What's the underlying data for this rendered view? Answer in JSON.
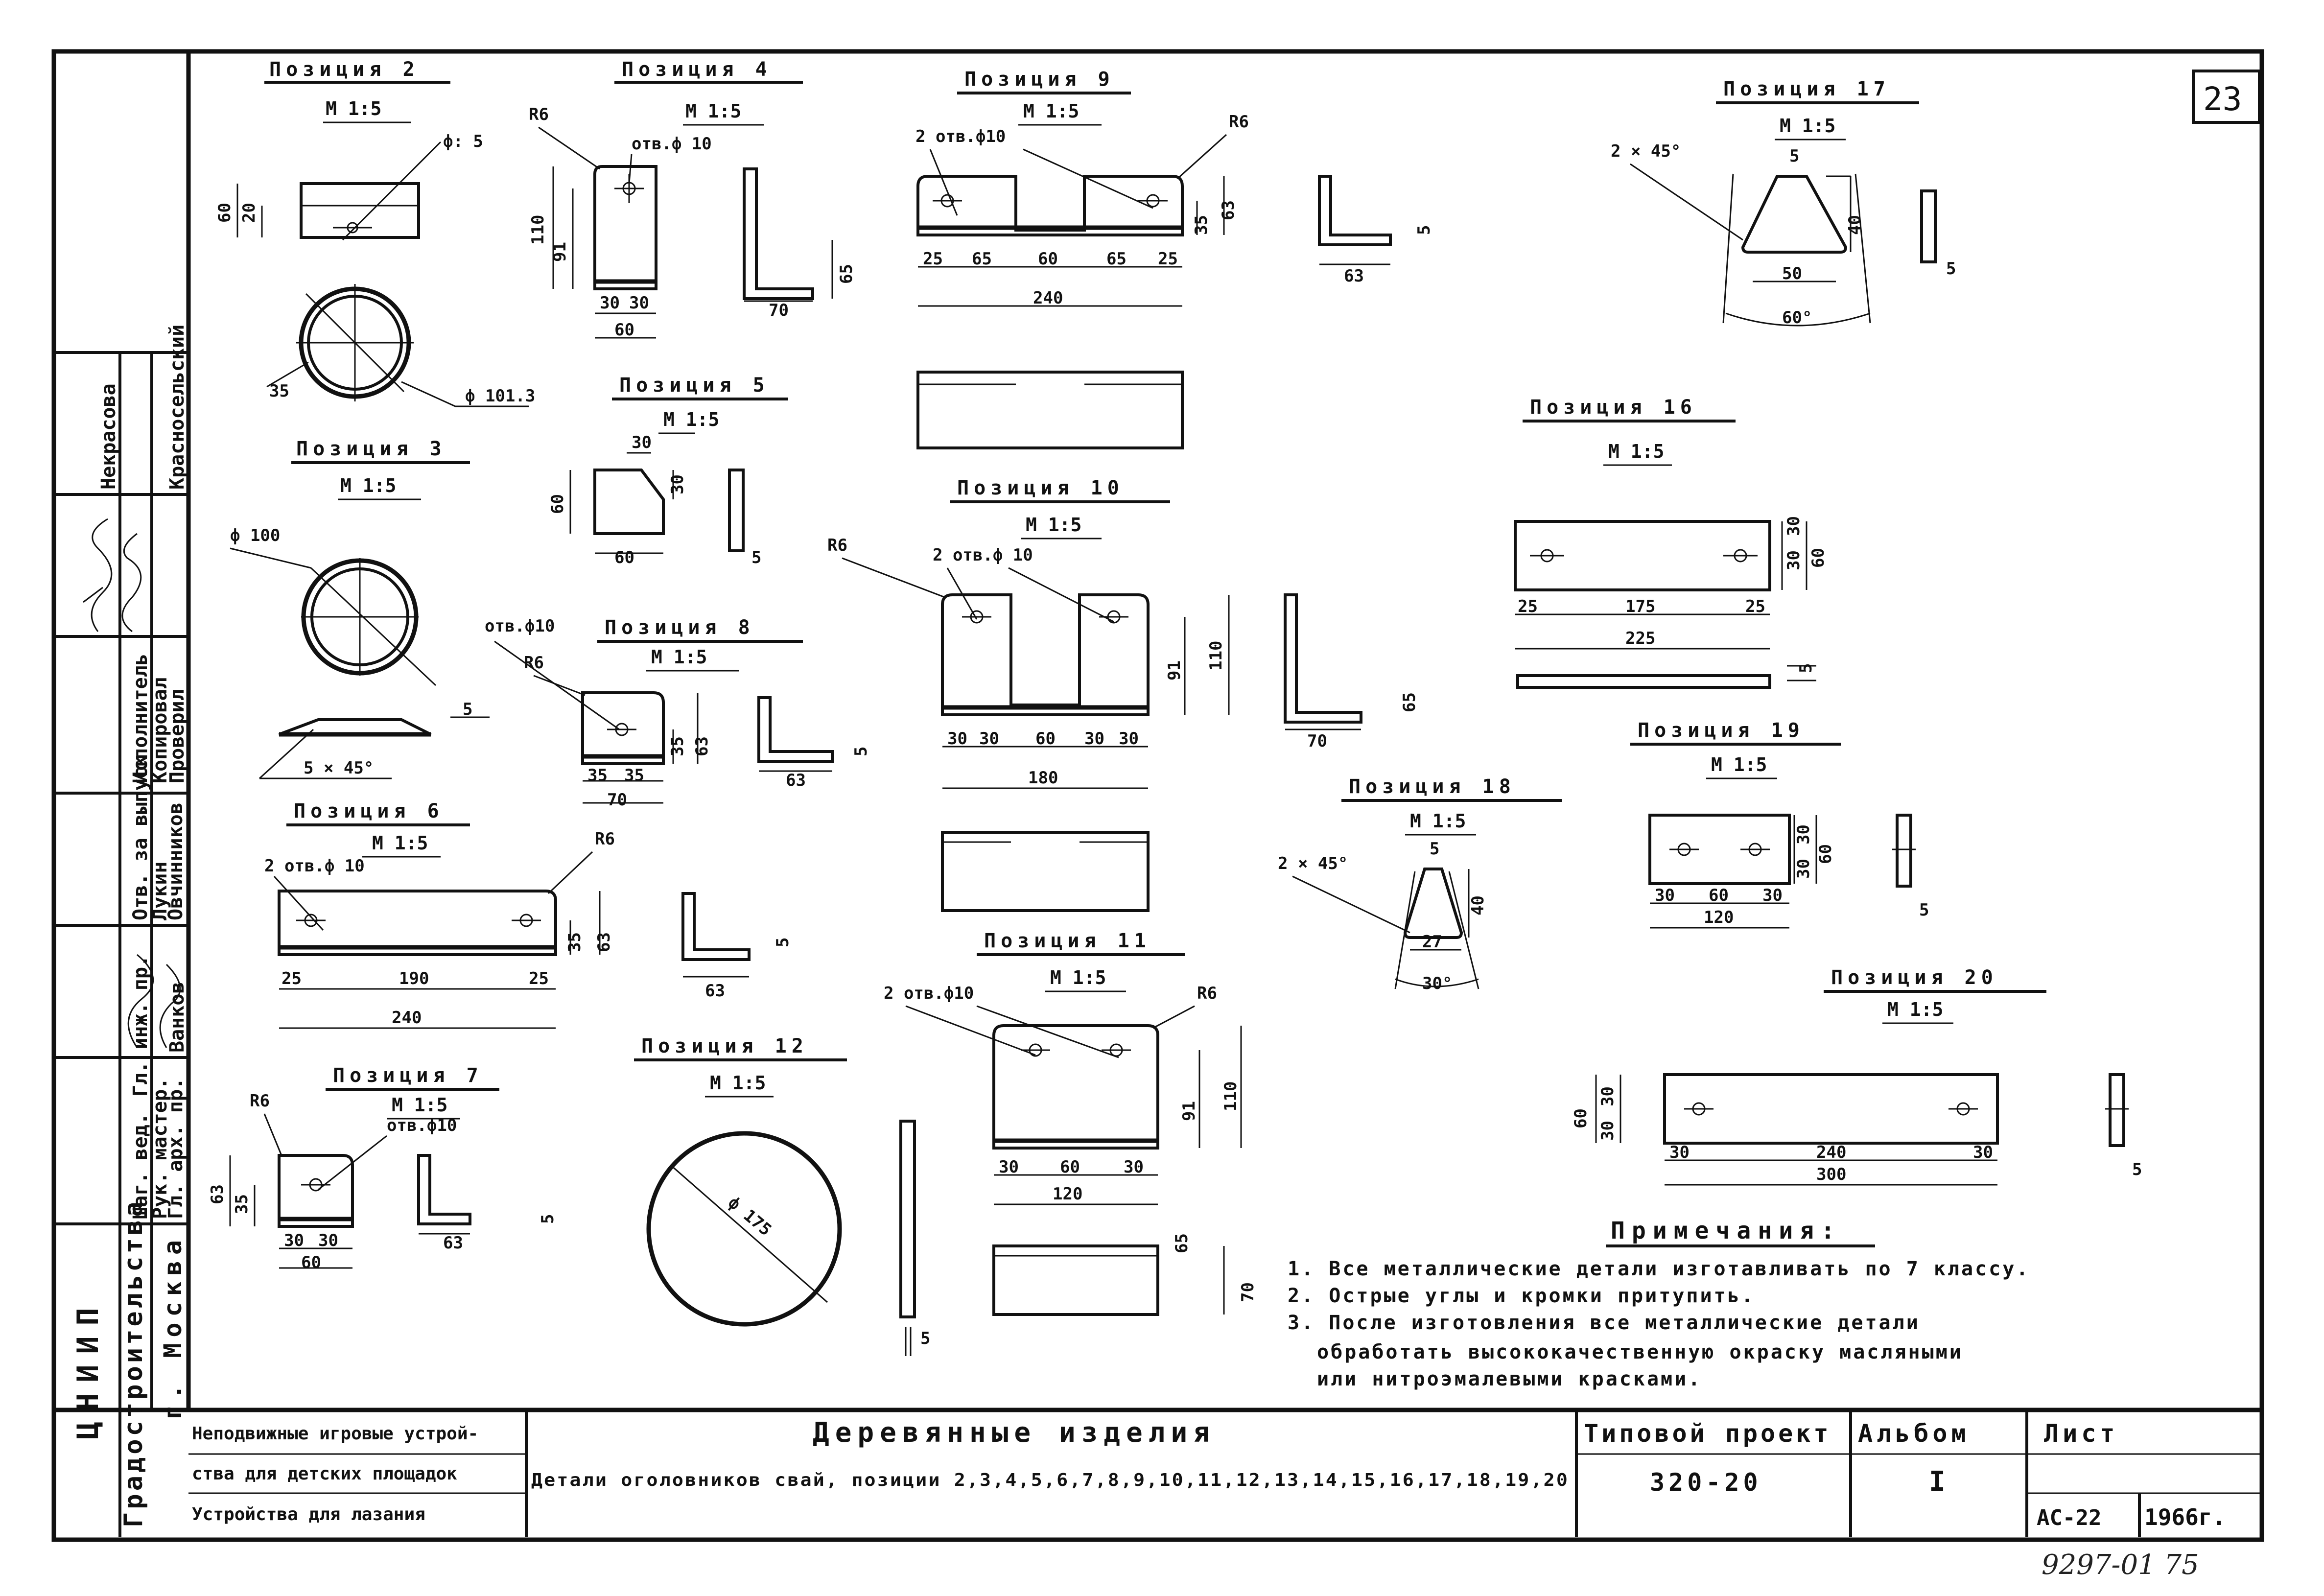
{
  "sheet_number": "23",
  "footer_handwritten": "9297-01  75",
  "positions": {
    "p2": {
      "title": "Позиция 2",
      "scale": "М 1:5",
      "dims": [
        "60",
        "20",
        "ф: 5",
        "ф 101.3",
        "35"
      ]
    },
    "p3": {
      "title": "Позиция 3",
      "scale": "М 1:5",
      "dims": [
        "ф 100",
        "5",
        "5 × 45°"
      ]
    },
    "p4": {
      "title": "Позиция 4",
      "scale": "М 1:5",
      "dims": [
        "R6",
        "отв.ф 10",
        "110",
        "91",
        "30",
        "30",
        "60",
        "65",
        "70"
      ]
    },
    "p5": {
      "title": "Позиция 5",
      "scale": "М 1:5",
      "dims": [
        "30",
        "60",
        "30",
        "60",
        "5"
      ]
    },
    "p6": {
      "title": "Позиция 6",
      "scale": "М 1:5",
      "dims": [
        "2 отв.ф 10",
        "R6",
        "35",
        "63",
        "25",
        "190",
        "25",
        "240",
        "63",
        "5"
      ]
    },
    "p7": {
      "title": "Позиция 7",
      "scale": "М 1:5",
      "dims": [
        "R6",
        "отв.ф10",
        "63",
        "35",
        "30",
        "30",
        "60",
        "63",
        "5"
      ]
    },
    "p8": {
      "title": "Позиция 8",
      "scale": "М 1:5",
      "dims": [
        "отв.ф10",
        "R6",
        "35",
        "63",
        "35",
        "35",
        "70",
        "63",
        "5"
      ]
    },
    "p9": {
      "title": "Позиция 9",
      "scale": "М 1:5",
      "dims": [
        "2 отв.ф10",
        "R6",
        "35",
        "63",
        "25",
        "65",
        "60",
        "65",
        "25",
        "240",
        "63",
        "5"
      ]
    },
    "p10": {
      "title": "Позиция 10",
      "scale": "М 1:5",
      "dims": [
        "R6",
        "2 отв.ф 10",
        "91",
        "110",
        "30",
        "30",
        "60",
        "30",
        "30",
        "180",
        "70",
        "65"
      ]
    },
    "p11": {
      "title": "Позиция 11",
      "scale": "М 1:5",
      "dims": [
        "2 отв.ф10",
        "R6",
        "91",
        "110",
        "30",
        "60",
        "30",
        "120",
        "65",
        "70"
      ]
    },
    "p12": {
      "title": "Позиция 12",
      "scale": "М 1:5",
      "dims": [
        "ф 175",
        "5"
      ]
    },
    "p16": {
      "title": "Позиция 16",
      "scale": "М 1:5",
      "dims": [
        "30",
        "30",
        "60",
        "25",
        "175",
        "25",
        "225",
        "5"
      ]
    },
    "p17": {
      "title": "Позиция 17",
      "scale": "М 1:5",
      "dims": [
        "2 × 45°",
        "5",
        "40",
        "50",
        "60°",
        "5"
      ]
    },
    "p18": {
      "title": "Позиция 18",
      "scale": "М 1:5",
      "dims": [
        "2 × 45°",
        "5",
        "40",
        "27",
        "30°"
      ]
    },
    "p19": {
      "title": "Позиция 19",
      "scale": "М 1:5",
      "dims": [
        "30",
        "30",
        "60",
        "30",
        "60",
        "30",
        "120",
        "5"
      ]
    },
    "p20": {
      "title": "Позиция 20",
      "scale": "М 1:5",
      "dims": [
        "60",
        "30",
        "30",
        "30",
        "240",
        "30",
        "300",
        "5"
      ]
    }
  },
  "notes": {
    "heading": "Примечания:",
    "items": [
      "1. Все металлические детали изготавливать по 7 классу.",
      "2. Острые углы и кромки притупить.",
      "3. После изготовления все металлические детали",
      "обработать высококачественную окраску масляными",
      "или нитроэмалевыми красками."
    ]
  },
  "sidebar": {
    "org_line1": "ЦНИИП",
    "org_line2": "Градостроительства",
    "org_line3": "г. Москва",
    "roles": [
      "Шаг. вед.",
      "Рук. мастер.",
      "Гл. арх. пр.",
      "Гл. инж. пр.",
      "Исполнитель",
      "Копировал",
      "Проверил",
      "Отв. за выпуск"
    ],
    "names": [
      "Некрасова",
      "Красносельский",
      "Лукин",
      "Овчинников",
      "Ванков"
    ]
  },
  "title_block": {
    "product_line1": "Неподвижные игровые устрой-",
    "product_line2": "ства для детских площадок",
    "product_line3": "Устройства для лазания",
    "main_title": "Деревянные изделия",
    "subtitle": "Детали оголовников свай, позиции 2,3,4,5,6,7,8,9,10,11,12,13,14,15,16,17,18,19,20",
    "project_label": "Типовой проект",
    "project_value": "320-20",
    "album_label": "Альбом",
    "album_value": "I",
    "sheet_label": "Лист",
    "sheet_value": "АС-22",
    "year": "1966г."
  }
}
